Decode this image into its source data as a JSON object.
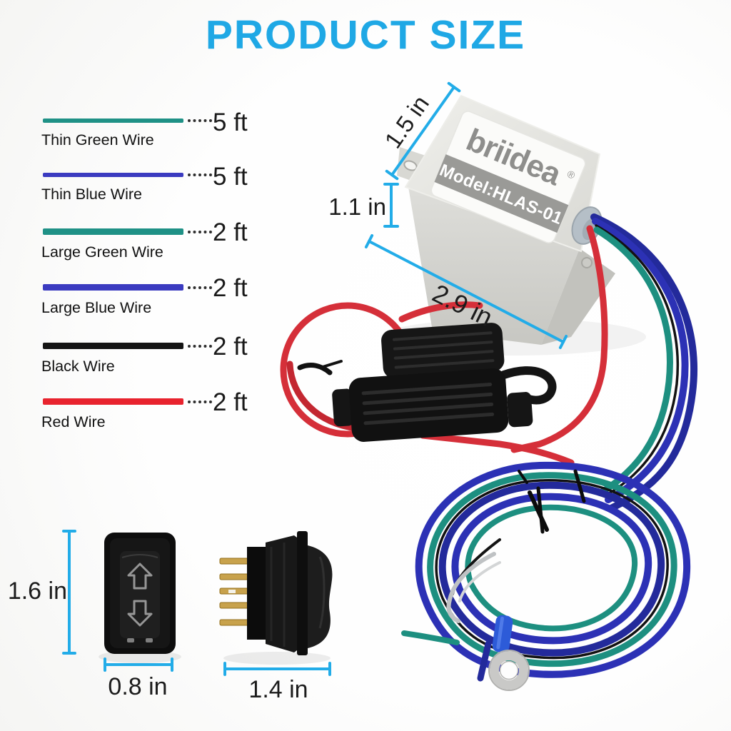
{
  "title": "PRODUCT SIZE",
  "accent_color": "#1FA8E5",
  "wire_list": [
    {
      "name": "Thin Green Wire",
      "length": "5 ft",
      "color": "#1F9186",
      "thickness": "thin"
    },
    {
      "name": "Thin Blue Wire",
      "length": "5 ft",
      "color": "#3B3BC0",
      "thickness": "thin"
    },
    {
      "name": "Large Green Wire",
      "length": "2 ft",
      "color": "#1F9186",
      "thickness": "large"
    },
    {
      "name": "Large Blue Wire",
      "length": "2 ft",
      "color": "#3B3BC0",
      "thickness": "large"
    },
    {
      "name": "Black Wire",
      "length": "2 ft",
      "color": "#141414",
      "thickness": "large"
    },
    {
      "name": "Red Wire",
      "length": "2 ft",
      "color": "#E8232E",
      "thickness": "large"
    }
  ],
  "module": {
    "brand": "briidea",
    "registered_mark": "®",
    "model_label": "Model:HLAS-01",
    "dimensions": {
      "depth": "1.5 in",
      "height": "1.1 in",
      "width": "2.9 in"
    }
  },
  "rocker_switch_front": {
    "height": "1.6 in",
    "width": "0.8 in",
    "rocker_icon": "up-down-arrows"
  },
  "rocker_switch_side": {
    "width": "1.4 in"
  }
}
